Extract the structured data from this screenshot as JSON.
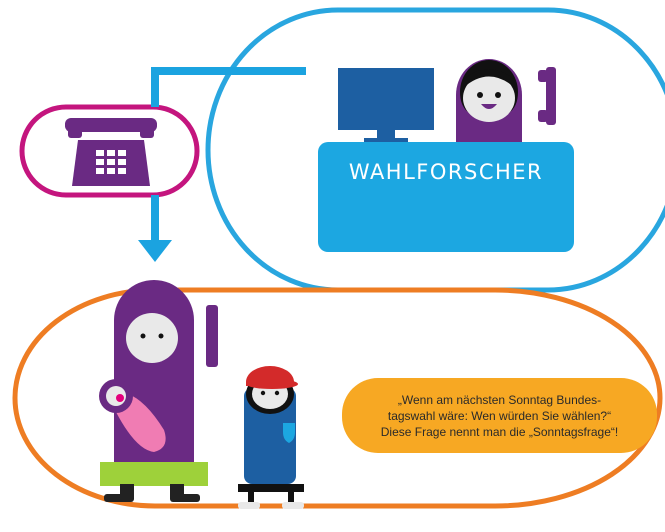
{
  "desk": {
    "label": "WAHLFORSCHER"
  },
  "speech": {
    "lines": [
      "„Wenn am nächsten Sonntag Bundes-",
      "tagswahl wäre: Wen würden Sie wählen?“",
      "Diese Frage nennt man die „Sonntagsfrage“!"
    ]
  },
  "colors": {
    "pollster_outline": "#29a6df",
    "phone_outline": "#c4157e",
    "family_outline": "#ee7d23",
    "connector": "#1ba3e0",
    "bubble": "#f7a823",
    "purple": "#6a2a83",
    "desk": "#1ca7e1",
    "monitor": "#1d5fa2"
  },
  "icons": [
    "telephone-icon",
    "handset-icon",
    "monitor-icon",
    "baby-icon",
    "shield-icon"
  ]
}
